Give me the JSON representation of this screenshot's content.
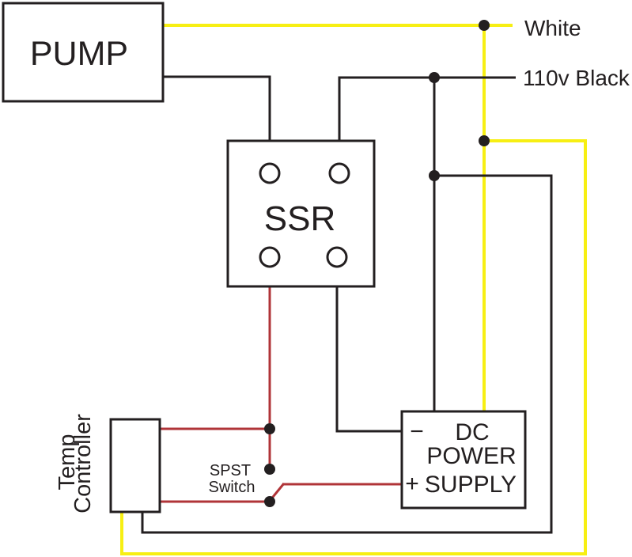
{
  "diagram": {
    "components": {
      "pump": {
        "label": "PUMP"
      },
      "ssr": {
        "label": "SSR"
      },
      "temp_controller": {
        "label_line1": "Temp",
        "label_line2": "Controller"
      },
      "dc_power_supply": {
        "minus_terminal": "−",
        "plus_terminal": "+",
        "line1": "DC",
        "line2": "POWER",
        "line3": "SUPPLY"
      },
      "spst_switch": {
        "label_line1": "SPST",
        "label_line2": "Switch"
      }
    },
    "wire_labels": {
      "white_wire": "White",
      "black_wire": "110v Black"
    },
    "colors": {
      "wire_black": "#231f20",
      "wire_yellow": "#f7ef13",
      "wire_red": "#b03438",
      "background": "#ffffff"
    }
  }
}
